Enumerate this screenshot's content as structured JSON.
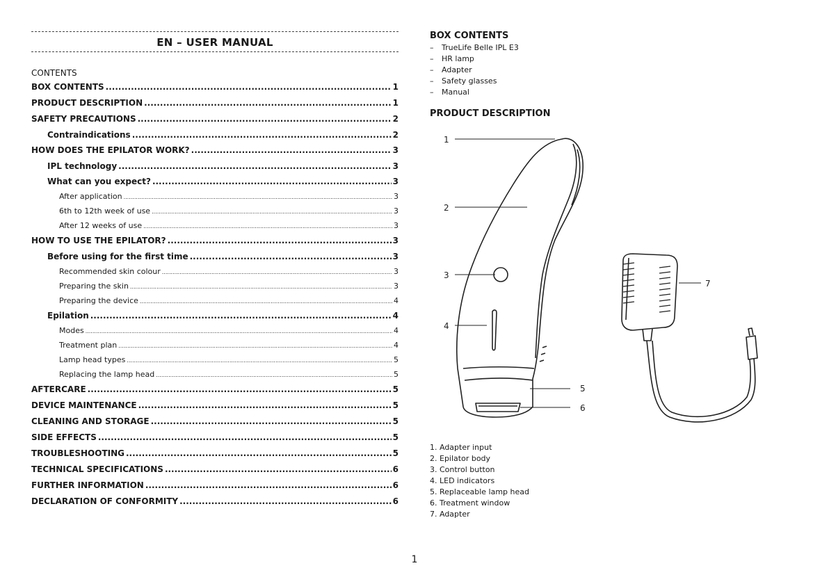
{
  "title": "EN – USER MANUAL",
  "contents_label": "CONTENTS",
  "toc": [
    {
      "text": "BOX CONTENTS",
      "page": "1",
      "level": 1
    },
    {
      "text": "PRODUCT DESCRIPTION",
      "page": "1",
      "level": 1
    },
    {
      "text": "SAFETY PRECAUTIONS",
      "page": "2",
      "level": 1
    },
    {
      "text": "Contraindications",
      "page": "2",
      "level": 2
    },
    {
      "text": "HOW DOES THE EPILATOR WORK?",
      "page": "3",
      "level": 1
    },
    {
      "text": "IPL technology",
      "page": "3",
      "level": 2
    },
    {
      "text": "What can you expect?",
      "page": "3",
      "level": 2
    },
    {
      "text": "After application",
      "page": "3",
      "level": 3
    },
    {
      "text": "6th to 12th week of use",
      "page": "3",
      "level": 3
    },
    {
      "text": "After 12 weeks of use",
      "page": "3",
      "level": 3
    },
    {
      "text": "HOW TO USE THE EPILATOR?",
      "page": "3",
      "level": 1
    },
    {
      "text": "Before using for the first time",
      "page": "3",
      "level": 2
    },
    {
      "text": "Recommended skin colour",
      "page": "3",
      "level": 3
    },
    {
      "text": "Preparing the skin",
      "page": "3",
      "level": 3
    },
    {
      "text": "Preparing the device",
      "page": "4",
      "level": 3
    },
    {
      "text": "Epilation",
      "page": "4",
      "level": 2
    },
    {
      "text": "Modes",
      "page": "4",
      "level": 3
    },
    {
      "text": "Treatment plan",
      "page": "4",
      "level": 3
    },
    {
      "text": "Lamp head types",
      "page": "5",
      "level": 3
    },
    {
      "text": "Replacing the lamp head",
      "page": "5",
      "level": 3
    },
    {
      "text": "AFTERCARE",
      "page": "5",
      "level": 1
    },
    {
      "text": "DEVICE MAINTENANCE",
      "page": "5",
      "level": 1
    },
    {
      "text": "CLEANING AND STORAGE",
      "page": "5",
      "level": 1
    },
    {
      "text": "SIDE EFFECTS",
      "page": "5",
      "level": 1
    },
    {
      "text": "TROUBLESHOOTING",
      "page": "5",
      "level": 1
    },
    {
      "text": "TECHNICAL SPECIFICATIONS",
      "page": "6",
      "level": 1
    },
    {
      "text": "FURTHER INFORMATION",
      "page": "6",
      "level": 1
    },
    {
      "text": "DECLARATION OF CONFORMITY",
      "page": "6",
      "level": 1
    }
  ],
  "box_contents": {
    "heading": "BOX CONTENTS",
    "items": [
      "TrueLife Belle IPL E3",
      "HR lamp",
      "Adapter",
      "Safety glasses",
      "Manual"
    ]
  },
  "product_description": {
    "heading": "PRODUCT DESCRIPTION",
    "callouts": [
      "1",
      "2",
      "3",
      "4",
      "5",
      "6",
      "7"
    ],
    "parts": [
      "1. Adapter input",
      "2. Epilator body",
      "3. Control button",
      "4. LED indicators",
      "5. Replaceable lamp head",
      "6. Treatment window",
      "7. Adapter"
    ]
  },
  "page_number": "1"
}
